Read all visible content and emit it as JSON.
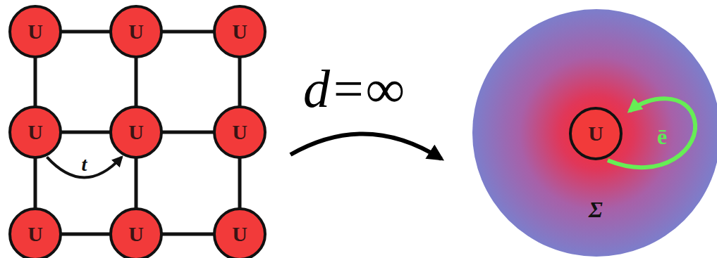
{
  "diagram": {
    "nodes": [
      {
        "text": [
          "U"
        ]
      },
      {
        "text": [
          "U"
        ]
      },
      {
        "text": [
          "U"
        ]
      },
      {
        "text": [
          "U"
        ]
      },
      {
        "text": [
          "U"
        ]
      },
      {
        "text": [
          "U"
        ]
      },
      {
        "text": [
          "U"
        ]
      },
      {
        "text": [
          "U"
        ]
      },
      {
        "text": [
          "U"
        ]
      },
      {
        "text": [
          "Σ"
        ]
      },
      {
        "text": [
          "U"
        ],
        "in": 9
      }
    ],
    "edges": [
      {
        "from": 0,
        "to": 1,
        "arrow": "none"
      },
      {
        "from": 1,
        "to": 2,
        "arrow": "none"
      },
      {
        "from": 3,
        "to": 4,
        "arrow": "none"
      },
      {
        "from": 4,
        "to": 5,
        "arrow": "none"
      },
      {
        "from": 6,
        "to": 7,
        "arrow": "none"
      },
      {
        "from": 7,
        "to": 8,
        "arrow": "none"
      },
      {
        "from": 0,
        "to": 3,
        "arrow": "none"
      },
      {
        "from": 3,
        "to": 6,
        "arrow": "none"
      },
      {
        "from": 1,
        "to": 4,
        "arrow": "none"
      },
      {
        "from": 4,
        "to": 7,
        "arrow": "none"
      },
      {
        "from": 2,
        "to": 5,
        "arrow": "none"
      },
      {
        "from": 5,
        "to": 8,
        "arrow": "none"
      },
      {
        "from": 3,
        "to": 4,
        "label": "t",
        "arrow": "to"
      }
    ],
    "labels": [
      "d=∞",
      "ē"
    ]
  }
}
